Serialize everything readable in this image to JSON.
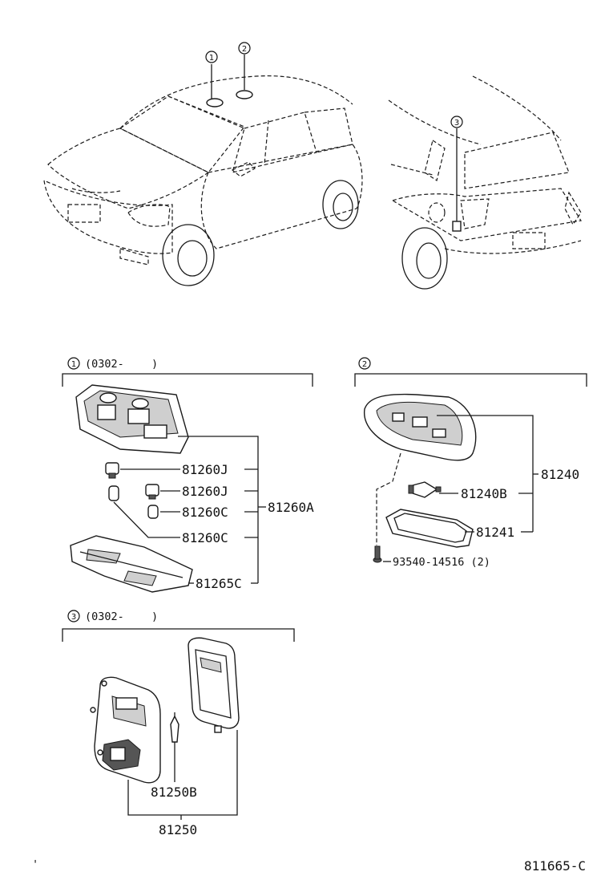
{
  "markers": {
    "m1": "1",
    "m2": "2",
    "m3": "3"
  },
  "section1": {
    "marker": "1",
    "date": "(0302-",
    "close": ")"
  },
  "section2": {
    "marker": "2"
  },
  "section3": {
    "marker": "3",
    "date": "(0302-",
    "close": ")"
  },
  "parts1": {
    "p_a": "81260J",
    "p_b": "81260J",
    "p_c": "81260C",
    "p_d": "81260C",
    "p_e": "81265C",
    "assembly": "81260A"
  },
  "parts2": {
    "assembly": "81240",
    "bulb": "81240B",
    "lens": "81241",
    "screw": "93540-14516 (2)"
  },
  "parts3": {
    "bulb": "81250B",
    "assembly": "81250"
  },
  "diagram_id": "811665-C",
  "edge_mark": "'"
}
